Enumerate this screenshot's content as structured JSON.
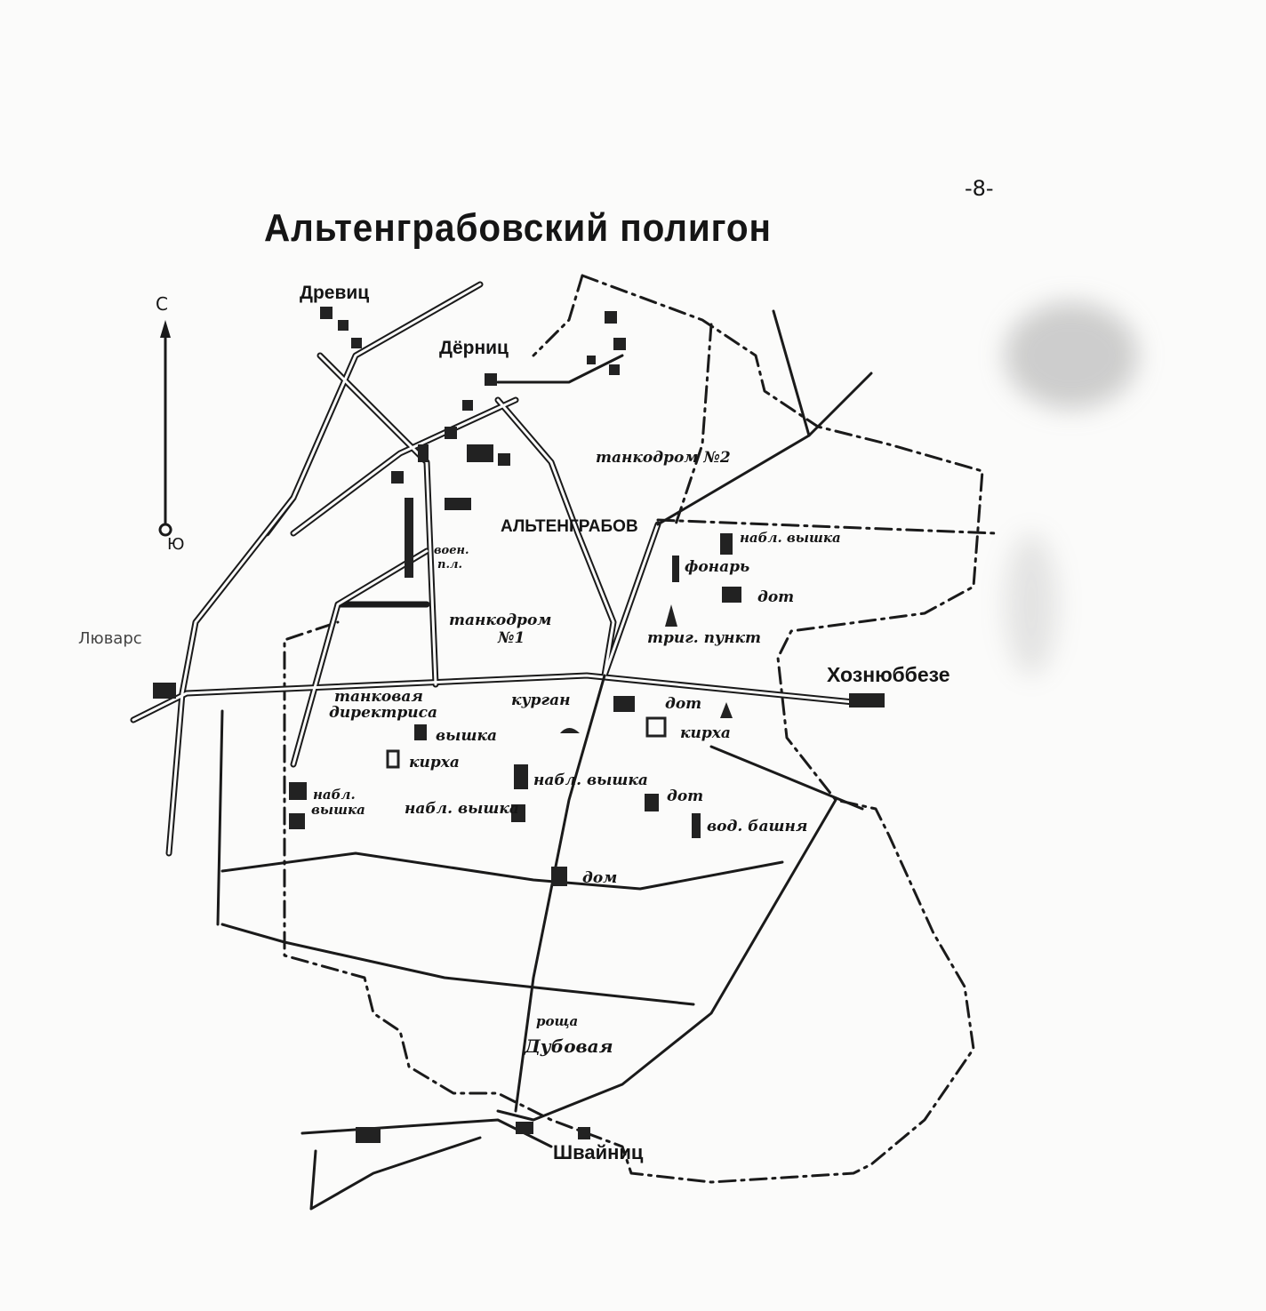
{
  "page_number": "-8-",
  "title": "Альтенграбовский полигон",
  "compass": {
    "north": "С",
    "south": "Ю"
  },
  "settlements": {
    "drevits": "Древиц",
    "dernits": "Дёрниц",
    "altengrabov": "АЛЬТЕНГРАБОВ",
    "lyuvars": "Люварс",
    "hoznyobbeze": "Хознюббезе",
    "shvaynits": "Швайниц"
  },
  "labels": {
    "tankodrom2": "танкодром №2",
    "tankodrom1_a": "танкодром",
    "tankodrom1_b": "№1",
    "voen_a": "воен.",
    "voen_b": "п.л.",
    "nabl_vyshka_ne": "набл. вышка",
    "fonar": "фонарь",
    "dot_ne": "дот",
    "trig_punkt": "триг. пункт",
    "tank_dir_a": "танковая",
    "tank_dir_b": "директриса",
    "kurgan": "курган",
    "dot_center": "дот",
    "kirha_e": "кирха",
    "vyshka": "вышка",
    "kirha_w": "кирха",
    "nabl_vyshka_center": "набл. вышка",
    "nabl_vyshka_w_a": "набл.",
    "nabl_vyshka_w_b": "вышка",
    "nabl_vyshka_sw": "набл. вышка",
    "dot_se": "дот",
    "vod_bashnya": "вод. башня",
    "dom": "дом",
    "roshcha_a": "роща",
    "roshcha_b": "Дубовая"
  }
}
